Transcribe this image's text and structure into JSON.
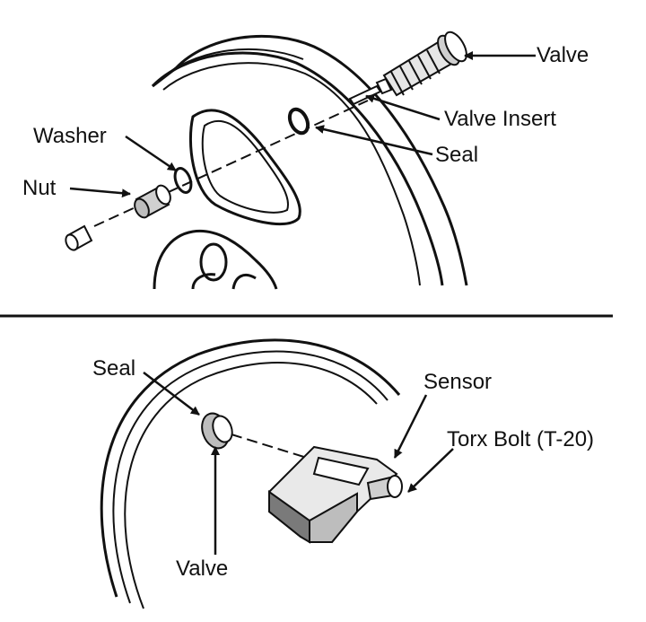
{
  "top_panel": {
    "labels": {
      "valve": "Valve",
      "valve_insert": "Valve Insert",
      "seal": "Seal",
      "washer": "Washer",
      "nut": "Nut"
    }
  },
  "bottom_panel": {
    "labels": {
      "seal": "Seal",
      "sensor": "Sensor",
      "torx_bolt": "Torx Bolt (T-20)",
      "valve": "Valve"
    }
  },
  "colors": {
    "ink": "#111111",
    "paper": "#ffffff",
    "shade": "#8a8a8a"
  }
}
